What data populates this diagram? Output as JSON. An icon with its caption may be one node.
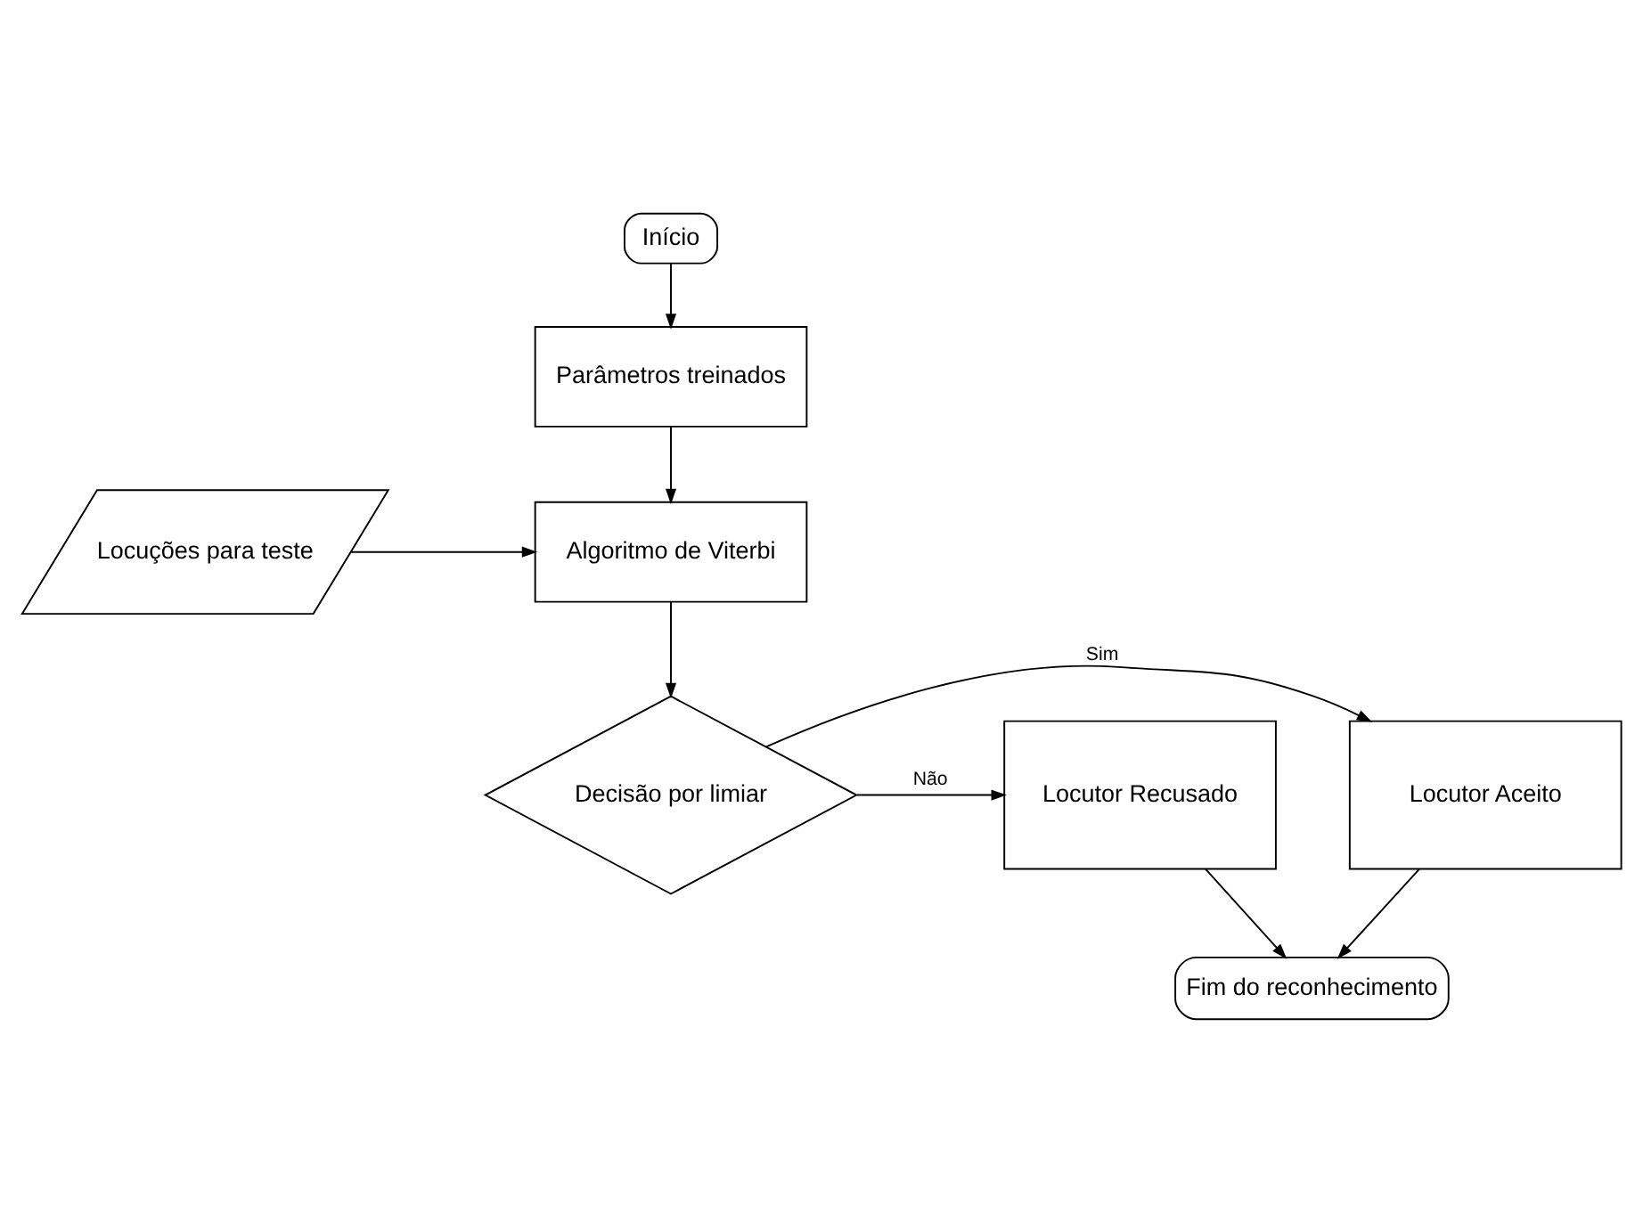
{
  "diagram": {
    "nodes": [
      {
        "text": [
          "Início"
        ]
      },
      {
        "text": [
          "Parâmetros treinados"
        ]
      },
      {
        "text": [
          "Locuções para teste"
        ]
      },
      {
        "text": [
          "Algoritmo de Viterbi"
        ]
      },
      {
        "text": [
          "Decisão por limiar"
        ]
      },
      {
        "text": [
          "Locutor Aceito"
        ]
      },
      {
        "text": [
          "Locutor Recusado"
        ]
      },
      {
        "text": [
          "Fim do reconhecimento"
        ]
      }
    ],
    "edges": [
      {
        "from": 0,
        "to": 1,
        "arrow": "to"
      },
      {
        "from": 1,
        "to": 3,
        "arrow": "to"
      },
      {
        "from": 2,
        "to": 3,
        "arrow": "to"
      },
      {
        "from": 3,
        "to": 4,
        "arrow": "to"
      },
      {
        "from": 4,
        "to": 5,
        "arrow": "to",
        "label": "Sim"
      },
      {
        "from": 4,
        "to": 6,
        "arrow": "to",
        "label": "Não"
      },
      {
        "from": 5,
        "to": 7,
        "arrow": "to"
      },
      {
        "from": 6,
        "to": 7,
        "arrow": "to"
      }
    ]
  }
}
